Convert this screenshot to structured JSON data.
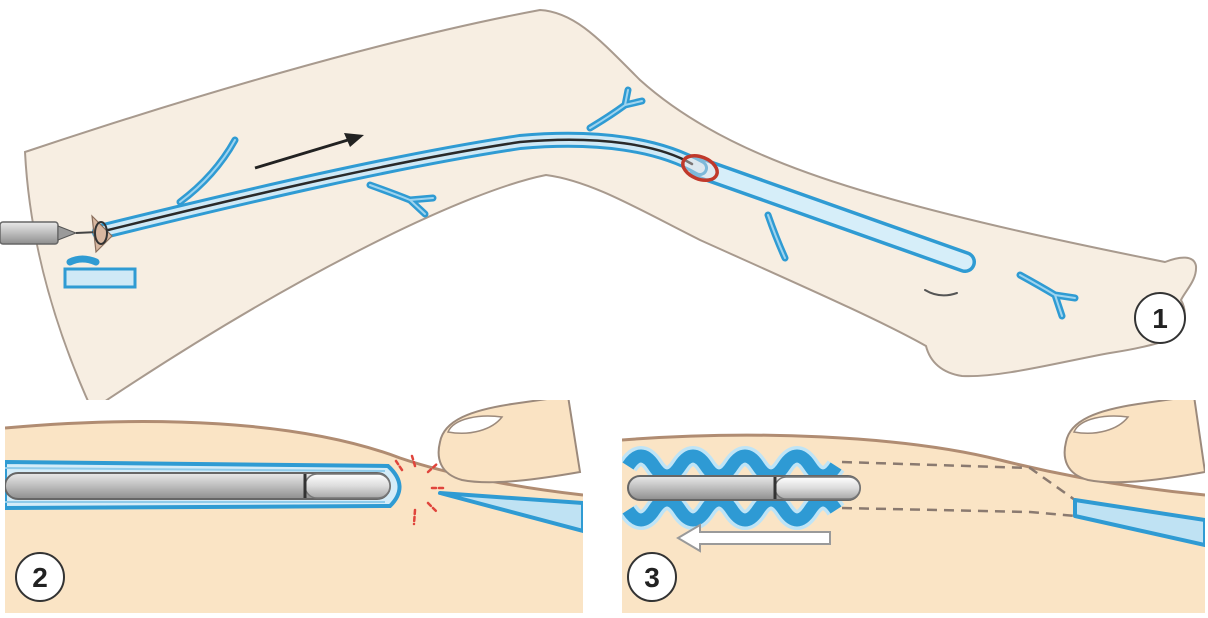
{
  "figure": {
    "panels": [
      {
        "label": "1"
      },
      {
        "label": "2"
      },
      {
        "label": "3"
      }
    ]
  },
  "colors": {
    "skin": "#f7eee2",
    "panel_skin": "#fae4c5",
    "vein_blue": "#2f9bd3",
    "vein_light": "#cfe9f6",
    "catheter_grey": "#c6c6c6",
    "ring_red": "#c0392b",
    "burst_red": "#e0453c"
  }
}
